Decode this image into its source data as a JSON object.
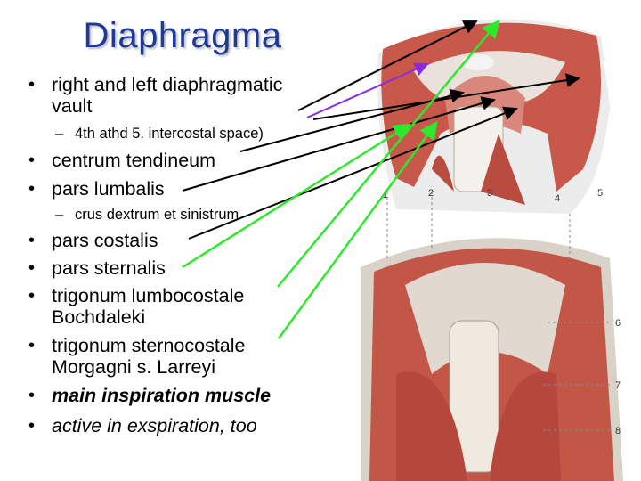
{
  "slide": {
    "title": "Diaphragma",
    "bullets": [
      {
        "text": "right and left diaphragmatic",
        "cont": "vault",
        "style": "normal"
      },
      {
        "sub": "4th athd 5. intercostal space)"
      },
      {
        "text": "centrum tendineum",
        "style": "normal"
      },
      {
        "text": "pars lumbalis",
        "style": "normal"
      },
      {
        "sub": "crus dextrum et sinistrum"
      },
      {
        "text": "pars costalis",
        "style": "normal"
      },
      {
        "text": "pars sternalis",
        "style": "normal"
      },
      {
        "text": "trigonum lumbocostale",
        "cont": "Bochdaleki",
        "style": "normal"
      },
      {
        "text": "trigonum sternocostale",
        "cont": "Morgagni s. Larreyi",
        "style": "normal"
      },
      {
        "text": "main inspiration muscle",
        "style": "bold-italic"
      },
      {
        "text": "active in exspiration, too",
        "style": "italic"
      }
    ],
    "figure_numbers": [
      "1",
      "2",
      "3",
      "4",
      "5",
      "6",
      "7",
      "8"
    ]
  },
  "colors": {
    "title": "#1f3a93",
    "arrow_black": "#000000",
    "arrow_purple": "#8a2be2",
    "arrow_green": "#2ee82e",
    "muscle": "#c8584a",
    "tendon": "#e9e2dc"
  }
}
